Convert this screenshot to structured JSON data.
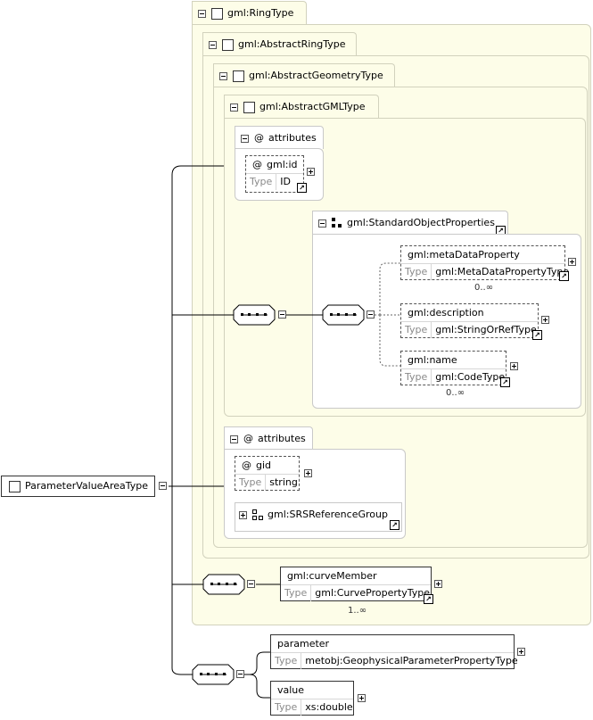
{
  "root": {
    "label": "ParameterValueAreaType"
  },
  "ring_type": {
    "label": "gml:RingType"
  },
  "abstract_ring_type": {
    "label": "gml:AbstractRingType"
  },
  "abstract_geometry_type": {
    "label": "gml:AbstractGeometryType"
  },
  "abstract_gml_type": {
    "label": "gml:AbstractGMLType"
  },
  "attributes_label": "attributes",
  "at_symbol": "@",
  "type_label": "Type",
  "gml_id": {
    "name": "gml:id",
    "type": "ID"
  },
  "standard_object_properties": {
    "label": "gml:StandardObjectProperties"
  },
  "meta_data_property": {
    "name": "gml:metaDataProperty",
    "type": "gml:MetaDataPropertyType",
    "cardinality": "0..∞"
  },
  "description": {
    "name": "gml:description",
    "type": "gml:StringOrRefType"
  },
  "gml_name": {
    "name": "gml:name",
    "type": "gml:CodeType",
    "cardinality": "0..∞"
  },
  "gid": {
    "name": "gid",
    "type": "string"
  },
  "srs_reference_group": {
    "label": "gml:SRSReferenceGroup"
  },
  "curve_member": {
    "name": "gml:curveMember",
    "type": "gml:CurvePropertyType",
    "cardinality": "1..∞"
  },
  "parameter": {
    "name": "parameter",
    "type": "metobj:GeophysicalParameterPropertyType"
  },
  "value": {
    "name": "value",
    "type": "xs:double"
  },
  "link_glyph": "↗"
}
